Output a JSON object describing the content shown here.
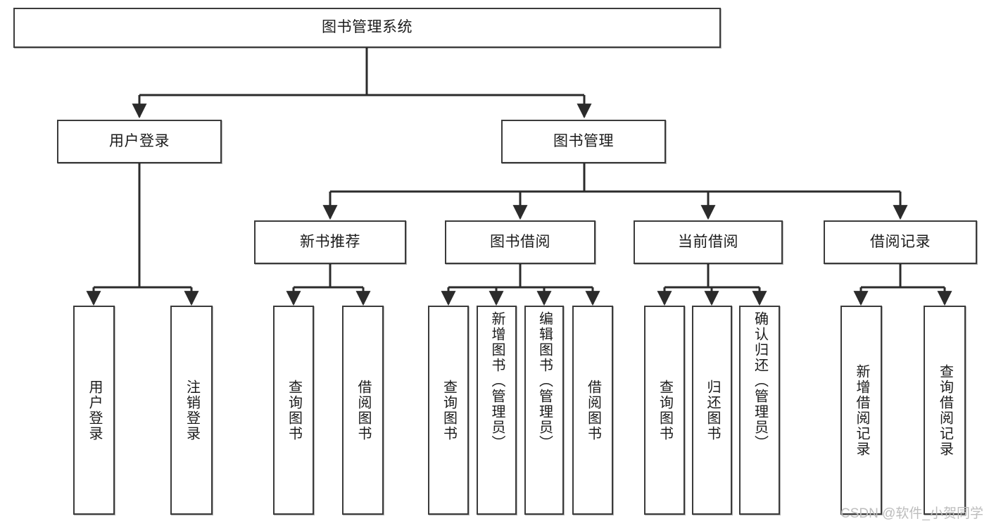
{
  "diagram": {
    "type": "tree-hierarchy",
    "title": "图书管理系统",
    "watermark": "CSDN @软件_小贺同学",
    "colors": {
      "box_border": "#3b3b3b",
      "box_fill": "#ffffff",
      "text": "#1b1b1b",
      "connector": "#2b2b2b",
      "watermark": "#bdbdbd"
    },
    "nodes": {
      "root": {
        "label": "图书管理系统"
      },
      "level2": [
        {
          "id": "user-login",
          "label": "用户登录"
        },
        {
          "id": "book-manage",
          "label": "图书管理"
        }
      ],
      "level3": [
        {
          "id": "new-book-recommend",
          "label": "新书推荐"
        },
        {
          "id": "book-borrow",
          "label": "图书借阅"
        },
        {
          "id": "current-borrow",
          "label": "当前借阅"
        },
        {
          "id": "borrow-record",
          "label": "借阅记录"
        }
      ],
      "leaves": {
        "user-login": [
          {
            "id": "leaf-user-login",
            "label": "用户登录"
          },
          {
            "id": "leaf-logout-login",
            "label": "注销登录"
          }
        ],
        "new-book-recommend": [
          {
            "id": "leaf-query-book-1",
            "label": "查询图书"
          },
          {
            "id": "leaf-borrow-book-1",
            "label": "借阅图书"
          }
        ],
        "book-borrow": [
          {
            "id": "leaf-query-book-2",
            "label": "查询图书"
          },
          {
            "id": "leaf-add-book",
            "label": "新增图书（管理员）"
          },
          {
            "id": "leaf-edit-book",
            "label": "编辑图书（管理员）"
          },
          {
            "id": "leaf-borrow-book-2",
            "label": "借阅图书"
          }
        ],
        "current-borrow": [
          {
            "id": "leaf-query-book-3",
            "label": "查询图书"
          },
          {
            "id": "leaf-return-book",
            "label": "归还图书"
          },
          {
            "id": "leaf-confirm-return",
            "label": "确认归还（管理员）"
          }
        ],
        "borrow-record": [
          {
            "id": "leaf-add-borrow-record",
            "label": "新增借阅记录"
          },
          {
            "id": "leaf-query-borrow-record",
            "label": "查询借阅记录"
          }
        ]
      }
    }
  }
}
